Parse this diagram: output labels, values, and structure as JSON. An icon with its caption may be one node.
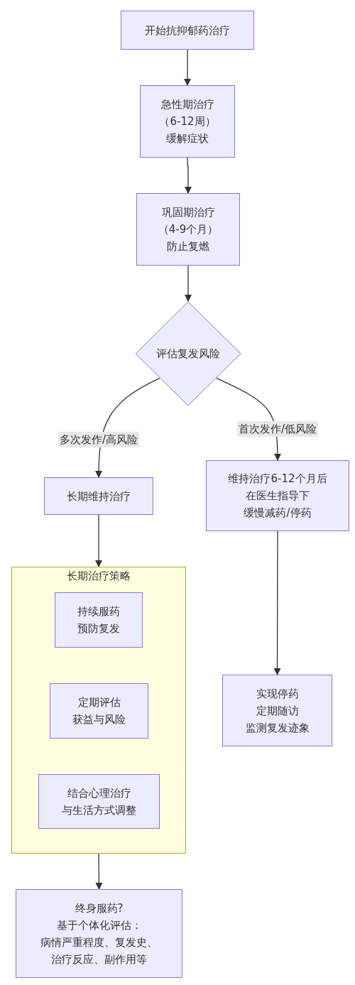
{
  "diagram": {
    "nodes": [
      {
        "text": [
          "开始抗抑郁药治疗"
        ]
      },
      {
        "text": [
          "急性期治疗",
          "（6-12周）",
          "缓解症状"
        ]
      },
      {
        "text": [
          "巩固期治疗",
          "（4-9个月）",
          "防止复燃"
        ]
      },
      {
        "text": [
          "评估复发风险"
        ]
      },
      {
        "text": [
          "长期维持治疗"
        ]
      },
      {
        "text": [
          "维持治疗6-12个月后",
          "在医生指导下",
          "缓慢减药/停药"
        ]
      },
      {
        "text": [
          "长期治疗策略"
        ]
      },
      {
        "text": [
          "持续服药",
          "预防复发"
        ],
        "in": 6
      },
      {
        "text": [
          "定期评估",
          "获益与风险"
        ],
        "in": 6
      },
      {
        "text": [
          "结合心理治疗",
          "与生活方式调整"
        ],
        "in": 6
      },
      {
        "text": [
          "实现停药",
          "定期随访",
          "监测复发迹象"
        ]
      },
      {
        "text": [
          "终身服药?",
          "基于个体化评估：",
          "病情严重程度、复发史、",
          "治疗反应、副作用等"
        ]
      }
    ],
    "edges": [
      {
        "from": 0,
        "to": 1,
        "arrow": "to"
      },
      {
        "from": 1,
        "to": 2,
        "arrow": "to"
      },
      {
        "from": 2,
        "to": 3,
        "arrow": "to"
      },
      {
        "from": 3,
        "to": 4,
        "arrow": "to",
        "label": "多次发作/高风险"
      },
      {
        "from": 3,
        "to": 5,
        "arrow": "to",
        "label": "首次发作/低风险"
      },
      {
        "from": 4,
        "to": 6,
        "arrow": "to"
      },
      {
        "from": 5,
        "to": 10,
        "arrow": "to"
      },
      {
        "from": 6,
        "to": 11,
        "arrow": "to"
      }
    ]
  }
}
